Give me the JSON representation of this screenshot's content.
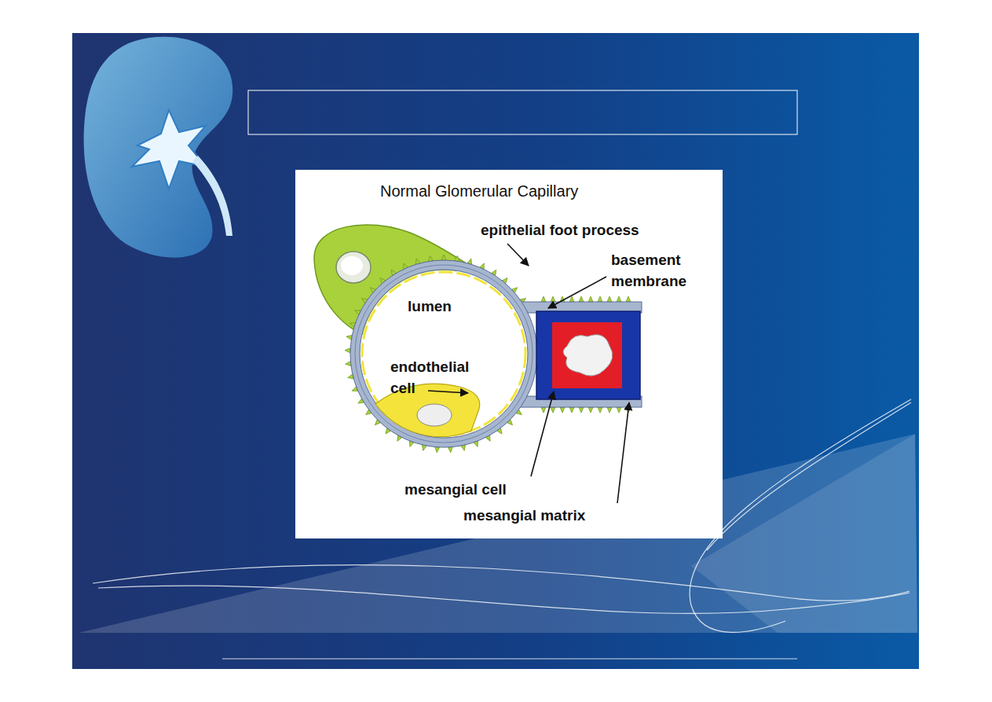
{
  "diagram": {
    "title": "Normal Glomerular Capillary",
    "labels": [
      "epithelial foot process",
      "basement membrane",
      "lumen",
      "endothelial cell",
      "mesangial cell",
      "mesangial matrix"
    ]
  }
}
